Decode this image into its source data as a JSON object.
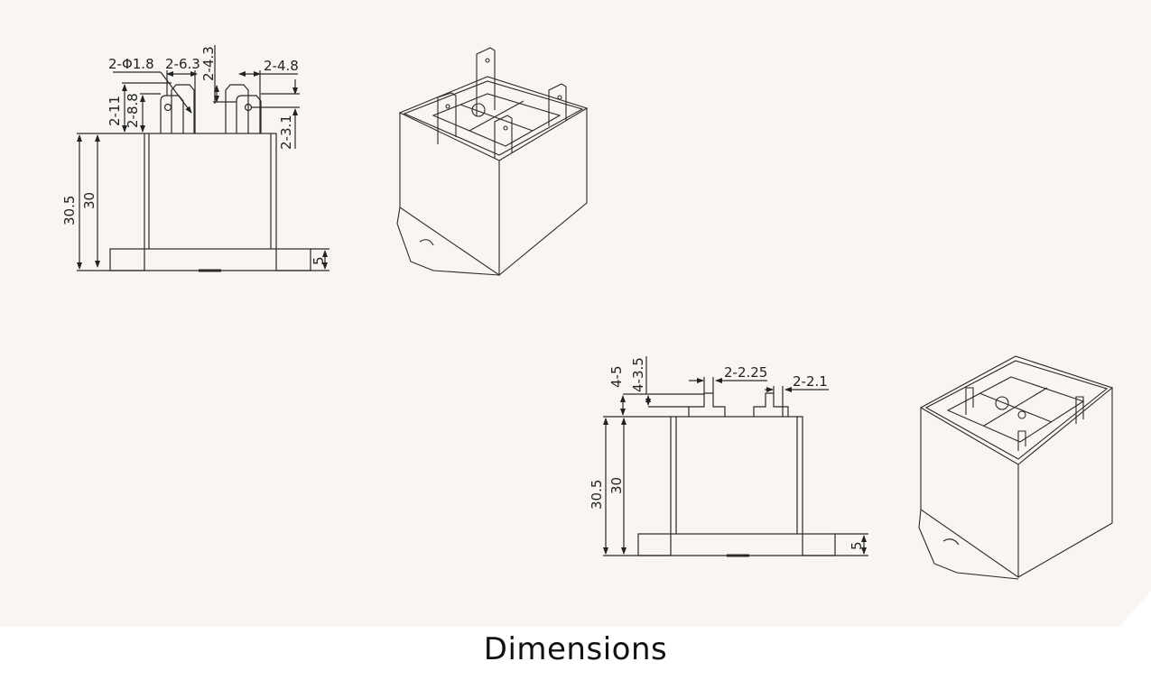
{
  "caption": "Dimensions",
  "colors": {
    "panel_bg": "#f8f5f2",
    "line": "#2a2a2a",
    "page_bg": "#ffffff"
  },
  "views": {
    "front_view_1": {
      "labels": {
        "pin_hole": "2-Φ1.8",
        "pin_width_a": "2-6.3",
        "pin_step_a": "2-4.3",
        "pin_width_b": "2-4.8",
        "pin_height_outer": "2-11",
        "pin_height_inner": "2-8.8",
        "pin_hole_offset": "2-3.1",
        "total_height": "30.5",
        "body_height": "30",
        "foot_height": "5"
      }
    },
    "isometric_view_1": {
      "description": "relay with quick-connect tab terminals"
    },
    "front_view_2": {
      "labels": {
        "stub_height": "4-5",
        "stub_step": "4-3.5",
        "stub_width_a": "2-2.25",
        "stub_width_b": "2-2.1",
        "total_height": "30.5",
        "body_height": "30",
        "foot_height": "5"
      }
    },
    "isometric_view_2": {
      "description": "relay PCB-mount version"
    }
  }
}
